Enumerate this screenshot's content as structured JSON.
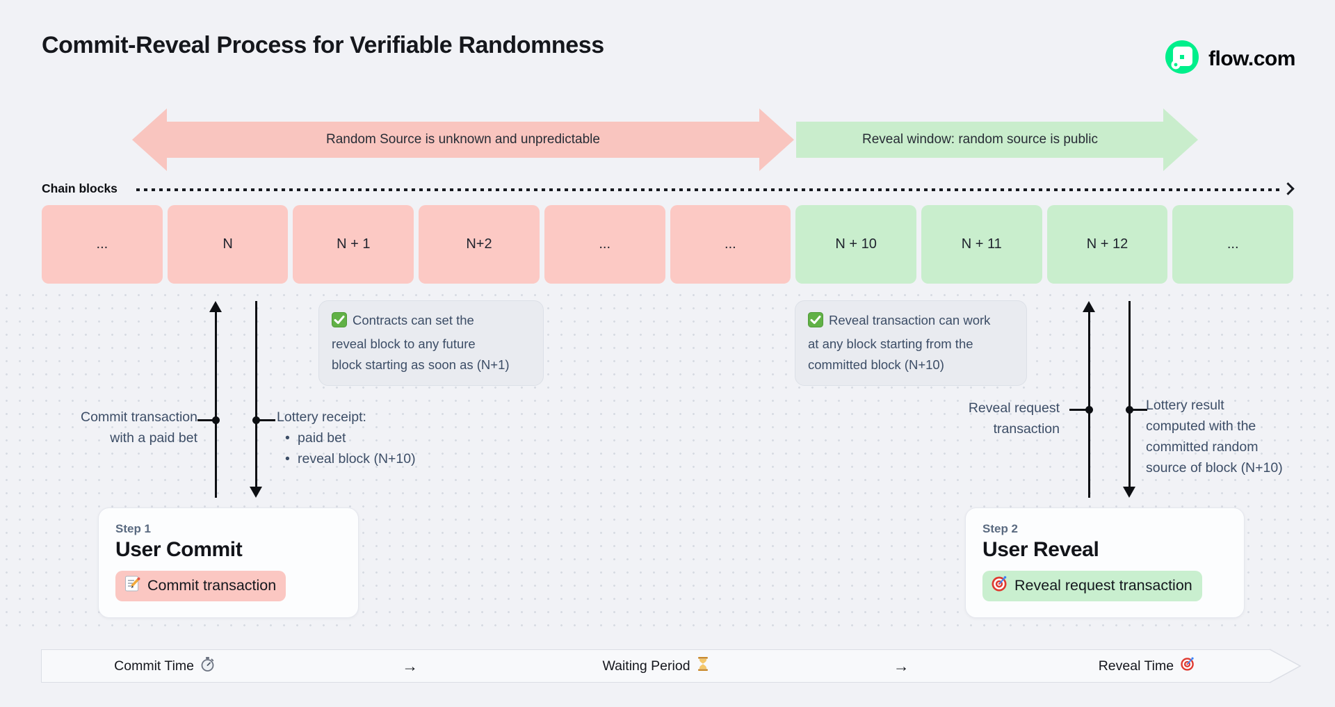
{
  "header": {
    "title": "Commit-Reveal Process for Verifiable Randomness",
    "logo_text": "flow.com"
  },
  "banners": {
    "red_label": "Random Source is unknown and unpredictable",
    "green_label": "Reveal window: random source is public"
  },
  "chain": {
    "label": "Chain blocks",
    "blocks": [
      {
        "label": "...",
        "phase": "commit"
      },
      {
        "label": "N",
        "phase": "commit"
      },
      {
        "label": "N + 1",
        "phase": "commit"
      },
      {
        "label": "N+2",
        "phase": "commit"
      },
      {
        "label": "...",
        "phase": "commit"
      },
      {
        "label": "...",
        "phase": "commit"
      },
      {
        "label": "N + 10",
        "phase": "reveal"
      },
      {
        "label": "N + 11",
        "phase": "reveal"
      },
      {
        "label": "N + 12",
        "phase": "reveal"
      },
      {
        "label": "...",
        "phase": "reveal"
      }
    ]
  },
  "callouts": {
    "left_lines": [
      "Contracts can set the",
      "reveal block to any future",
      "block starting as soon as (N+1)"
    ],
    "right_lines": [
      "Reveal transaction can work",
      "at any block starting from the",
      "committed block (N+10)"
    ]
  },
  "annotations": {
    "commit_line1": "Commit transaction",
    "commit_line2": "with a paid bet",
    "receipt_title": "Lottery receipt:",
    "receipt_items": [
      "paid bet",
      "reveal block (N+10)"
    ],
    "reveal_line1": "Reveal request",
    "reveal_line2": "transaction",
    "result_lines": [
      "Lottery result",
      "computed with the",
      "committed random",
      "source of block (N+10)"
    ]
  },
  "steps": [
    {
      "label": "Step 1",
      "title": "User Commit",
      "pill": "Commit transaction",
      "pill_icon": "memo-pencil-icon"
    },
    {
      "label": "Step 2",
      "title": "User Reveal",
      "pill": "Reveal request transaction",
      "pill_icon": "target-icon"
    }
  ],
  "timeline": {
    "commit": "Commit Time",
    "waiting": "Waiting Period",
    "reveal": "Reveal Time",
    "arrow": "→",
    "icons": {
      "commit": "stopwatch-icon",
      "waiting": "hourglass-icon",
      "reveal": "target-icon"
    }
  },
  "icons": {
    "logo": "flow-logo-icon",
    "callout": "checkbox-icon",
    "chain_line": "dotted-arrow-icon"
  },
  "colors": {
    "page_bg": "#f1f2f6",
    "commit_pink": "#fcc9c4",
    "reveal_green": "#c9eecd",
    "banner_red": "#f9c5bf",
    "banner_green": "#c9edcc",
    "brand_green": "#00ef8b",
    "annotation_text": "#3c4d66",
    "arrow_black": "#0d0f13"
  }
}
